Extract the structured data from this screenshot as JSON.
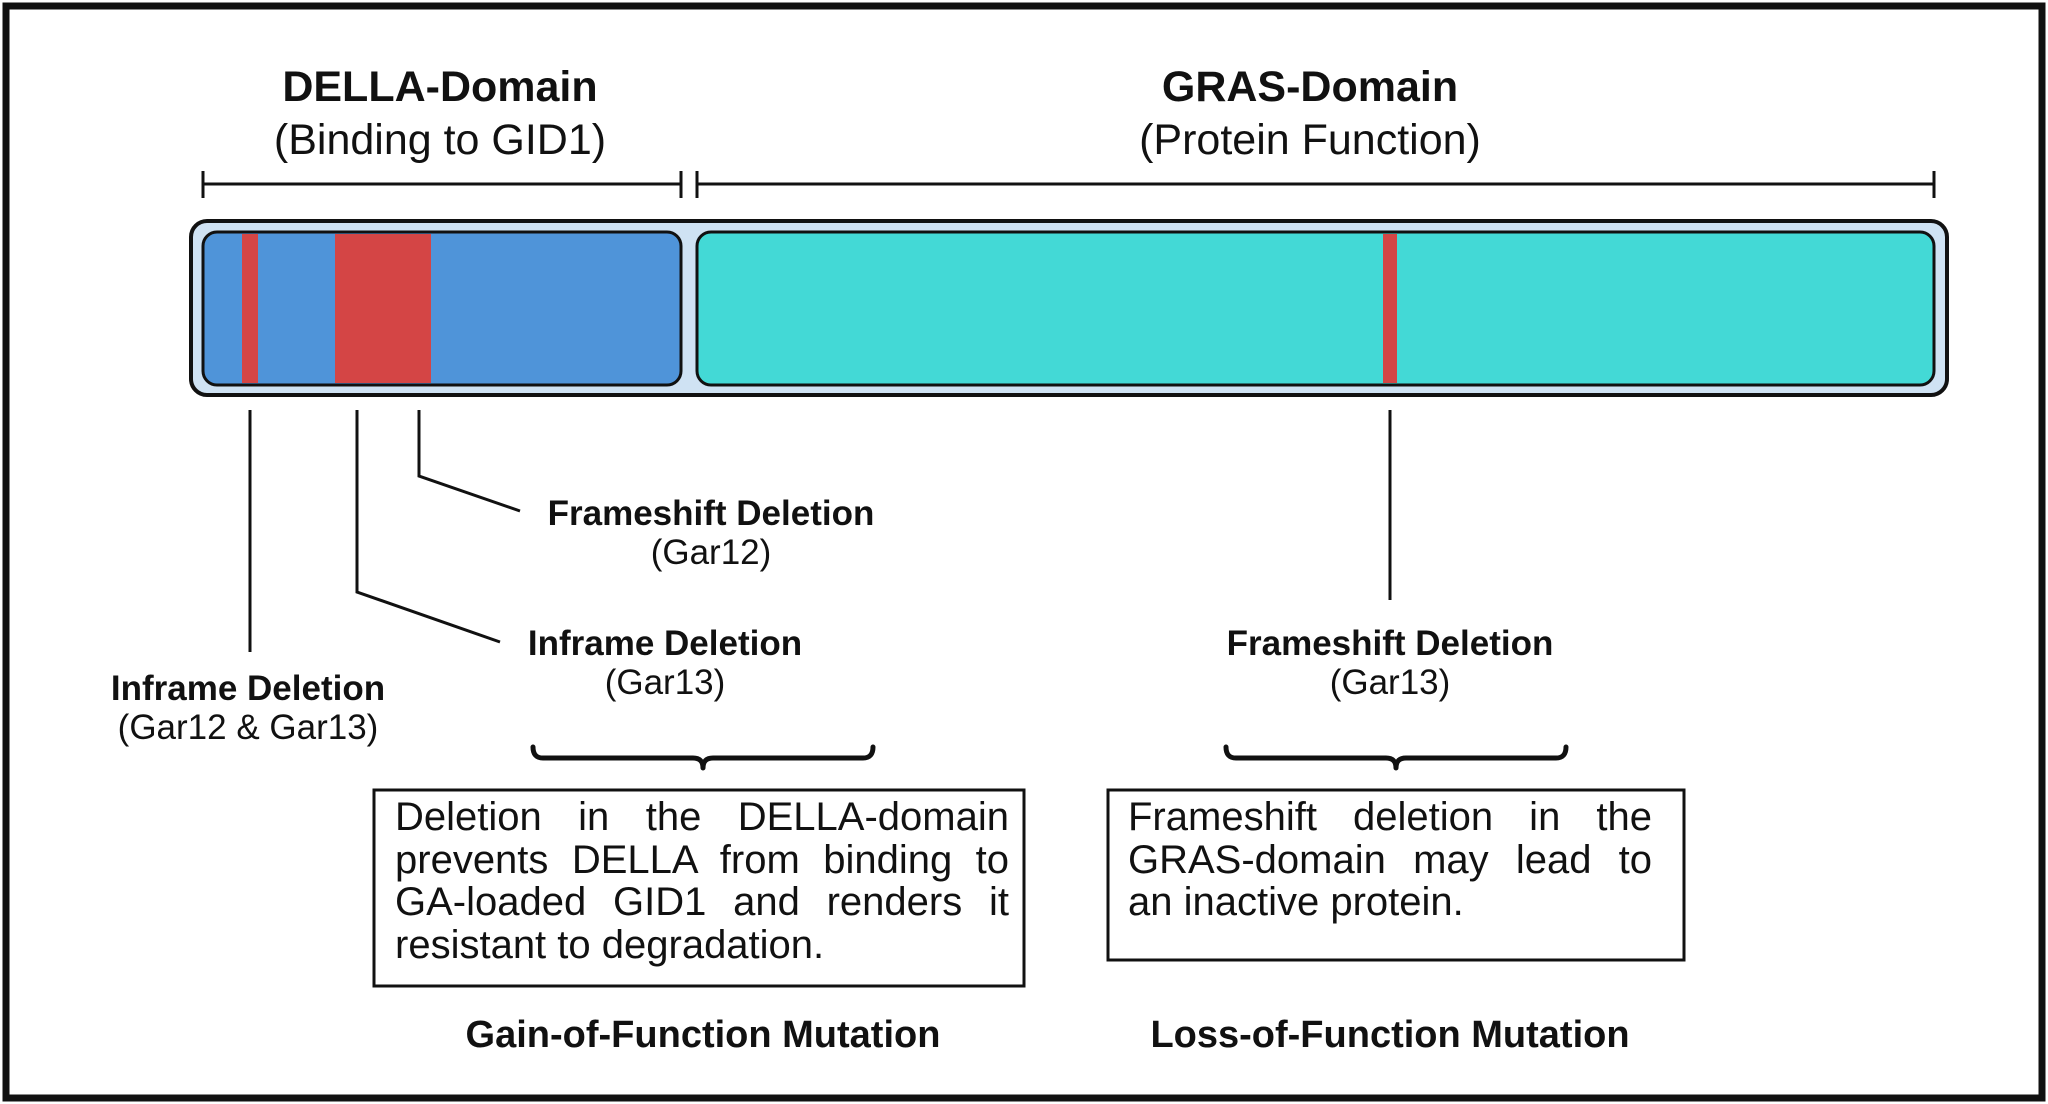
{
  "colors": {
    "frame": "#111111",
    "bar_background": "#cfe2f3",
    "della_domain": "#4f94d9",
    "gras_domain": "#43d9d6",
    "deletion": "#d44545"
  },
  "domains": {
    "della": {
      "title": "DELLA-Domain",
      "subtitle": "(Binding to GID1)"
    },
    "gras": {
      "title": "GRAS-Domain",
      "subtitle": "(Protein Function)"
    }
  },
  "mutations": [
    {
      "title": "Inframe Deletion",
      "detail": "(Gar12 & Gar13)"
    },
    {
      "title": "Inframe Deletion",
      "detail": "(Gar13)"
    },
    {
      "title": "Frameshift Deletion",
      "detail": "(Gar12)"
    },
    {
      "title": "Frameshift Deletion",
      "detail": "(Gar13)"
    }
  ],
  "effects": {
    "gain": {
      "description": "Deletion in the DELLA-domain prevents DELLA from binding to GA-loaded GID1 and renders it resistant to degradation.",
      "label": "Gain-of-Function Mutation"
    },
    "loss": {
      "description": "Frameshift deletion in the GRAS-domain may lead to an inactive protein.",
      "label": "Loss-of-Function Mutation"
    }
  }
}
